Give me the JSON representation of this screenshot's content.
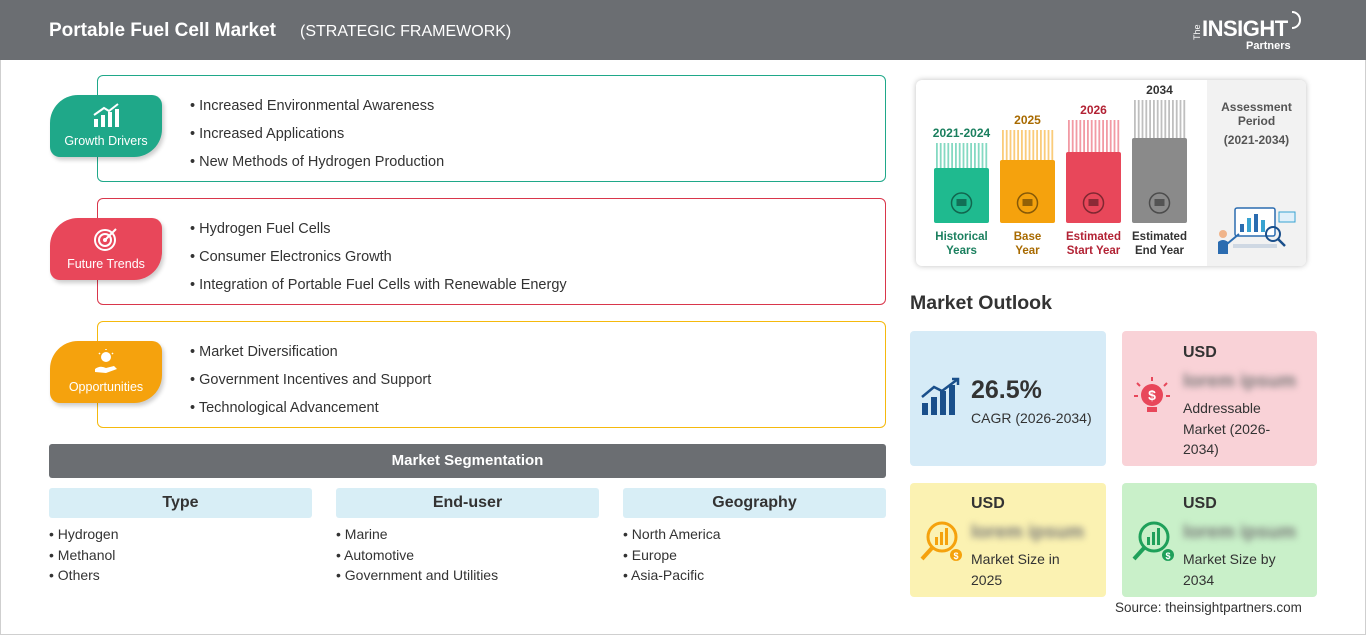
{
  "header": {
    "title": "Portable Fuel Cell Market",
    "subtitle": "(STRATEGIC FRAMEWORK)",
    "logo": {
      "the": "The",
      "insight": "INSIGHT",
      "partners": "Partners"
    }
  },
  "drivers": [
    {
      "label": "Growth Drivers",
      "color": "#1fa889",
      "icon": "growth-chart-icon",
      "items": [
        "Increased Environmental Awareness",
        "Increased Applications",
        "New Methods of Hydrogen Production"
      ]
    },
    {
      "label": "Future Trends",
      "color": "#e8475a",
      "icon": "target-icon",
      "items": [
        "Hydrogen Fuel Cells",
        "Consumer Electronics Growth",
        "Integration of Portable Fuel Cells with Renewable Energy"
      ]
    },
    {
      "label": "Opportunities",
      "color": "#f5a20d",
      "icon": "idea-hand-icon",
      "items": [
        "Market Diversification",
        "Government Incentives and Support",
        "Technological Advancement"
      ]
    }
  ],
  "segmentation": {
    "title": "Market Segmentation",
    "columns": [
      {
        "head": "Type",
        "items": [
          "Hydrogen",
          "Methanol",
          "Others"
        ]
      },
      {
        "head": "End-user",
        "items": [
          "Marine",
          "Automotive",
          "Government and Utilities"
        ]
      },
      {
        "head": "Geography",
        "items": [
          "North America",
          "Europe",
          "Asia-Pacific"
        ]
      }
    ]
  },
  "timeline": {
    "bars": [
      {
        "year": "2021-2024",
        "line1": "Historical",
        "line2": "Years",
        "color": "#1fba8f",
        "year_color": "#1a7f5e",
        "icon": "history-icon"
      },
      {
        "year": "2025",
        "line1": "Base",
        "line2": "Year",
        "color": "#f5a20d",
        "year_color": "#a86a00",
        "icon": "calendar-icon"
      },
      {
        "year": "2026",
        "line1": "Estimated",
        "line2": "Start Year",
        "color": "#e8475a",
        "year_color": "#b22234",
        "icon": "presentation-icon"
      },
      {
        "year": "2034",
        "line1": "Estimated",
        "line2": "End Year",
        "color": "#8a8a8a",
        "year_color": "#333333",
        "icon": "monitor-chart-icon"
      }
    ],
    "assessment": {
      "line1": "Assessment",
      "line2": "Period",
      "range": "(2021-2034)"
    }
  },
  "outlook": {
    "title": "Market Outlook",
    "cagr": {
      "value": "26.5%",
      "label": "CAGR (2026-2034)",
      "color": "#d6ebf7"
    },
    "addressable": {
      "usd": "USD",
      "value": "lorem ipsum",
      "label": "Addressable Market (2026-2034)",
      "color": "#f9d2d7"
    },
    "size_2025": {
      "usd": "USD",
      "value": "lorem ipsum",
      "label": "Market Size in 2025",
      "color": "#fbf2b2"
    },
    "size_2034": {
      "usd": "USD",
      "value": "lorem ipsum",
      "label": "Market Size by 2034",
      "color": "#c9f0c9"
    }
  },
  "source": "Source: theinsightpartners.com"
}
